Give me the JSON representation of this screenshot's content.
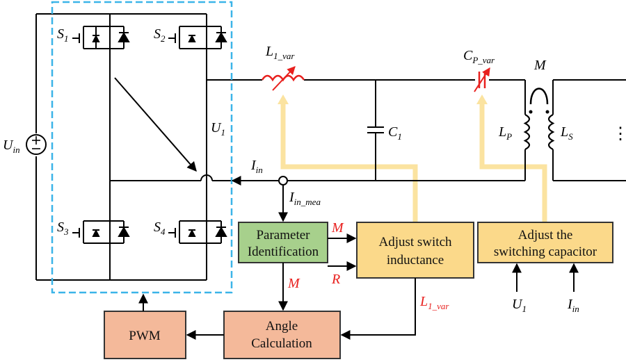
{
  "symbols": {
    "switch_1": {
      "base": "S",
      "sub": "1"
    },
    "switch_2": {
      "base": "S",
      "sub": "2"
    },
    "switch_3": {
      "base": "S",
      "sub": "3"
    },
    "switch_4": {
      "base": "S",
      "sub": "4"
    },
    "input_voltage": {
      "base": "U",
      "sub": "in"
    },
    "inverter_voltage": {
      "base": "U",
      "sub": "1"
    },
    "input_current": {
      "base": "I",
      "sub": "in"
    },
    "measured_current": {
      "base": "I",
      "sub": "in_mea"
    },
    "variable_inductor": {
      "base": "L",
      "sub": "1_var"
    },
    "variable_capacitor": {
      "base": "C",
      "sub": "P_var"
    },
    "mutual_inductance": "M",
    "capacitor_1": {
      "base": "C",
      "sub": "1"
    },
    "primary_coil": {
      "base": "L",
      "sub": "P"
    },
    "secondary_coil": {
      "base": "L",
      "sub": "S"
    },
    "ellipsis": "⋮"
  },
  "blocks": {
    "parameter_identification": [
      "Parameter",
      "Identification"
    ],
    "adjust_switch_inductance": [
      "Adjust switch",
      "inductance"
    ],
    "adjust_switching_capacitor": [
      "Adjust the",
      "switching capacitor"
    ],
    "angle_calculation": [
      "Angle",
      "Calculation"
    ],
    "pwm": "PWM"
  },
  "signals": {
    "m_to_adjust": "M",
    "r_to_adjust": "R",
    "m_to_angle": "M",
    "l_var_out": {
      "base": "L",
      "sub": "1_var"
    },
    "u1_in": {
      "base": "U",
      "sub": "1"
    },
    "iin_in": {
      "base": "I",
      "sub": "in"
    }
  },
  "colors": {
    "inverter_dash": "#3bb4e8",
    "param_block": "#a7d08c",
    "adjust_block": "#fbd98a",
    "angle_block": "#f4b99a",
    "control_line": "#fbe3a0",
    "signal_text": "#e8201e"
  }
}
